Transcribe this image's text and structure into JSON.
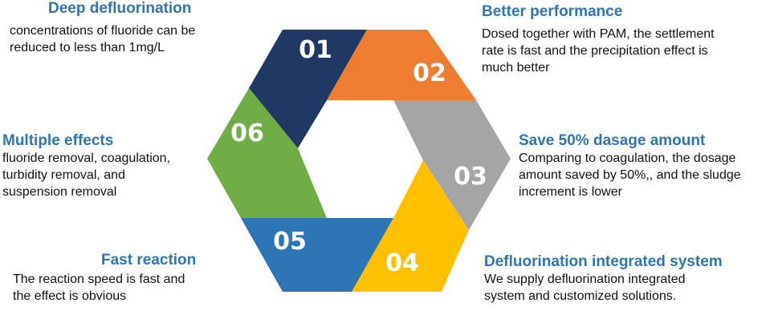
{
  "segments": [
    {
      "id": "01",
      "color": "#203864"
    },
    {
      "id": "02",
      "color": "#ed7d31"
    },
    {
      "id": "03",
      "color": "#a5a5a5"
    },
    {
      "id": "04",
      "color": "#ffc000"
    },
    {
      "id": "05",
      "color": "#2e75b6"
    },
    {
      "id": "06",
      "color": "#70ad47"
    }
  ],
  "features": {
    "deep": {
      "title": "Deep defluorination",
      "desc_lines": [
        "concentrations of fluoride can be",
        "reduced to less than 1mg/L"
      ]
    },
    "performance": {
      "title": "Better performance",
      "desc_lines": [
        "Dosed together with PAM, the settlement",
        "rate is fast and the precipitation effect is",
        "much better"
      ]
    },
    "save": {
      "title": "Save 50% dasage amount",
      "desc_lines": [
        "Comparing to coagulation, the dosage",
        "amount saved by 50%,, and the sludge",
        "increment is lower"
      ]
    },
    "integrated": {
      "title": "Defluorination integrated system",
      "desc_lines": [
        "We supply defluorination integrated",
        "system and customized solutions."
      ]
    },
    "fast": {
      "title": "Fast  reaction",
      "desc_lines": [
        "The reaction speed is fast and",
        "the effect is obvious"
      ]
    },
    "multiple": {
      "title": "Multiple effects",
      "desc_lines": [
        "fluoride removal, coagulation,",
        "turbidity removal, and",
        "suspension removal"
      ]
    }
  },
  "colors": {
    "title": "#2f75b5",
    "text": "#111111"
  }
}
